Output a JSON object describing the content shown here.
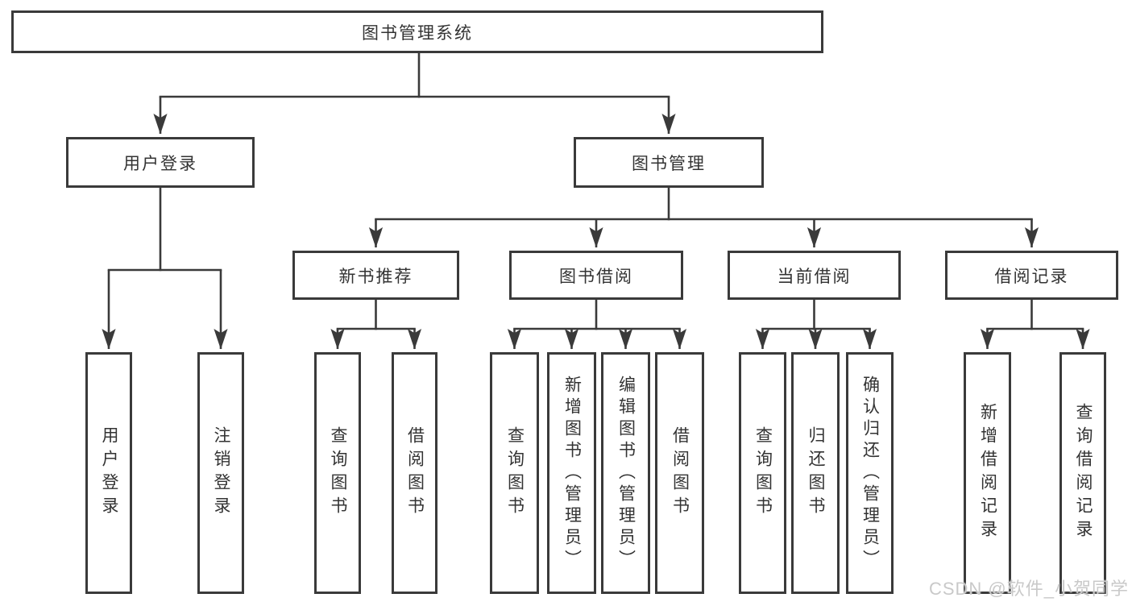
{
  "diagram": {
    "root": "图书管理系统",
    "children": [
      {
        "label": "用户登录",
        "children": [
          {
            "label": "用户登录"
          },
          {
            "label": "注销登录"
          }
        ]
      },
      {
        "label": "图书管理",
        "children": [
          {
            "label": "新书推荐",
            "children": [
              {
                "label": "查询图书"
              },
              {
                "label": "借阅图书"
              }
            ]
          },
          {
            "label": "图书借阅",
            "children": [
              {
                "label": "查询图书"
              },
              {
                "label": "新增图书（管理员）"
              },
              {
                "label": "编辑图书（管理员）"
              },
              {
                "label": "借阅图书"
              }
            ]
          },
          {
            "label": "当前借阅",
            "children": [
              {
                "label": "查询图书"
              },
              {
                "label": "归还图书"
              },
              {
                "label": "确认归还（管理员）"
              }
            ]
          },
          {
            "label": "借阅记录",
            "children": [
              {
                "label": "新增借阅记录"
              },
              {
                "label": "查询借阅记录"
              }
            ]
          }
        ]
      }
    ]
  },
  "watermark": "CSDN @软件_小贺同学",
  "colors": {
    "line": "#3a3a3a",
    "text": "#333333",
    "watermark": "#c9c9c9"
  }
}
